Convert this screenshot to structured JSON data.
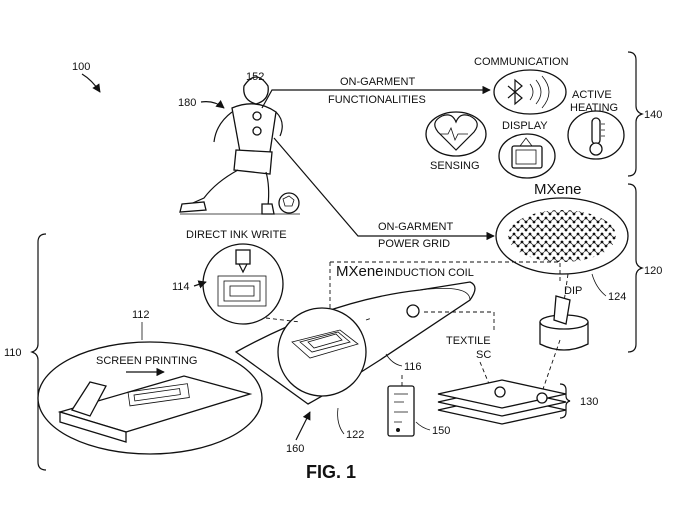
{
  "figure": {
    "ref_main": "100",
    "caption": "FIG. 1"
  },
  "athlete": {
    "ref": "180",
    "sensor_ref": "152"
  },
  "functionalities": {
    "arrow_label_line1": "ON-GARMENT",
    "arrow_label_line2": "FUNCTIONALITIES",
    "communication": "COMMUNICATION",
    "active_heating_line1": "ACTIVE",
    "active_heating_line2": "HEATING",
    "display": "DISPLAY",
    "sensing": "SENSING",
    "group_ref": "140"
  },
  "power": {
    "arrow_label_line1": "ON-GARMENT",
    "arrow_label_line2": "POWER GRID",
    "mxene_title": "MXene",
    "mxene_ref": "124",
    "dip": "DIP",
    "group_ref": "120"
  },
  "fabrication": {
    "direct_ink_write": "DIRECT INK WRITE",
    "diw_ref": "114",
    "induction_prefix": "MXene",
    "induction_suffix": "INDUCTION COIL",
    "screen_printing": "SCREEN PRINTING",
    "sp_ref": "112",
    "group_ref": "110",
    "textile_line1": "TEXTILE",
    "textile_line2": "SC",
    "coil_ref": "116",
    "textile_ref": "122",
    "garment_ref": "160",
    "board_ref": "150",
    "stack_ref": "130"
  }
}
